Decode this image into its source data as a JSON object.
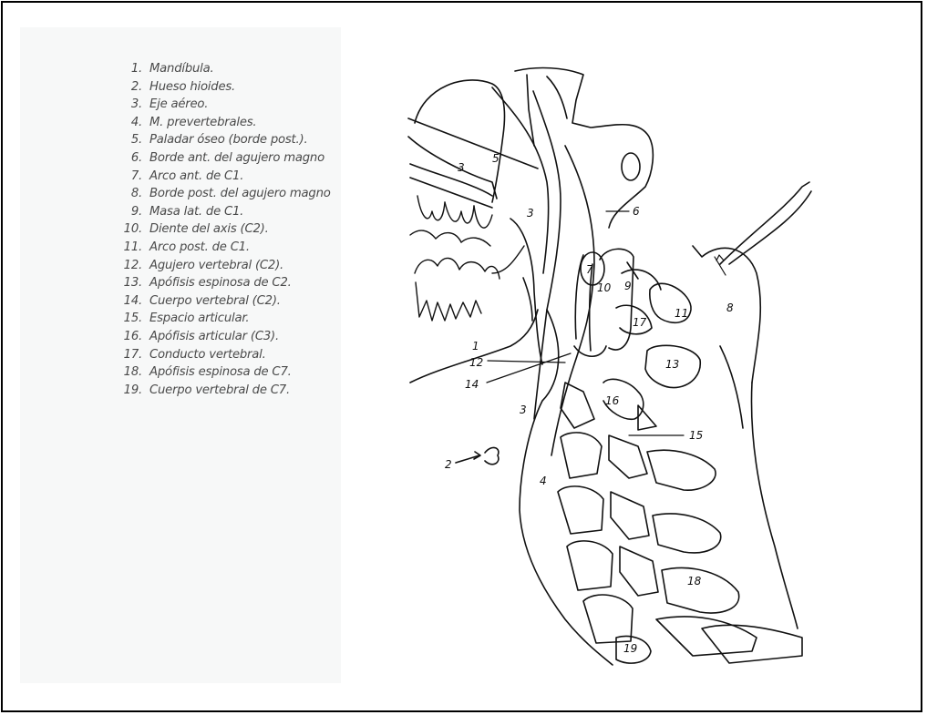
{
  "legend": [
    {
      "num": "1.",
      "text": "Mandíbula."
    },
    {
      "num": "2.",
      "text": "Hueso hioides."
    },
    {
      "num": "3.",
      "text": "Eje aéreo."
    },
    {
      "num": "4.",
      "text": "M. prevertebrales."
    },
    {
      "num": "5.",
      "text": "Paladar óseo (borde post.)."
    },
    {
      "num": "6.",
      "text": "Borde ant. del agujero magno"
    },
    {
      "num": "7.",
      "text": "Arco ant. de C1."
    },
    {
      "num": "8.",
      "text": "Borde post. del agujero magno"
    },
    {
      "num": "9.",
      "text": "Masa lat. de C1."
    },
    {
      "num": "10.",
      "text": "Diente del axis (C2)."
    },
    {
      "num": "11.",
      "text": "Arco post. de C1."
    },
    {
      "num": "12.",
      "text": "Agujero vertebral (C2)."
    },
    {
      "num": "13.",
      "text": "Apófisis espinosa de C2."
    },
    {
      "num": "14.",
      "text": "Cuerpo vertebral (C2)."
    },
    {
      "num": "15.",
      "text": "Espacio articular."
    },
    {
      "num": "16.",
      "text": "Apófisis articular (C3)."
    },
    {
      "num": "17.",
      "text": "Conducto vertebral."
    },
    {
      "num": "18.",
      "text": "Apófisis espinosa de C7."
    },
    {
      "num": "19.",
      "text": "Cuerpo vertebral de C7."
    }
  ],
  "figure_labels": {
    "airway_3a": "3",
    "palate_5": "5",
    "airway_3b": "3",
    "foramen_6": "6",
    "atlas_arch_7": "7",
    "foramen_post_8": "8",
    "lat_mass_9": "9",
    "dens_10": "10",
    "post_arch_11": "11",
    "vert_foramen_12": "12",
    "spinous_13": "13",
    "body_14": "14",
    "joint_15": "15",
    "articular_16": "16",
    "canal_17": "17",
    "spinous_c7_18": "18",
    "body_c7_19": "19",
    "mandible_1": "1",
    "hyoid_2": "2",
    "airway_3c": "3",
    "prevert_4": "4"
  }
}
